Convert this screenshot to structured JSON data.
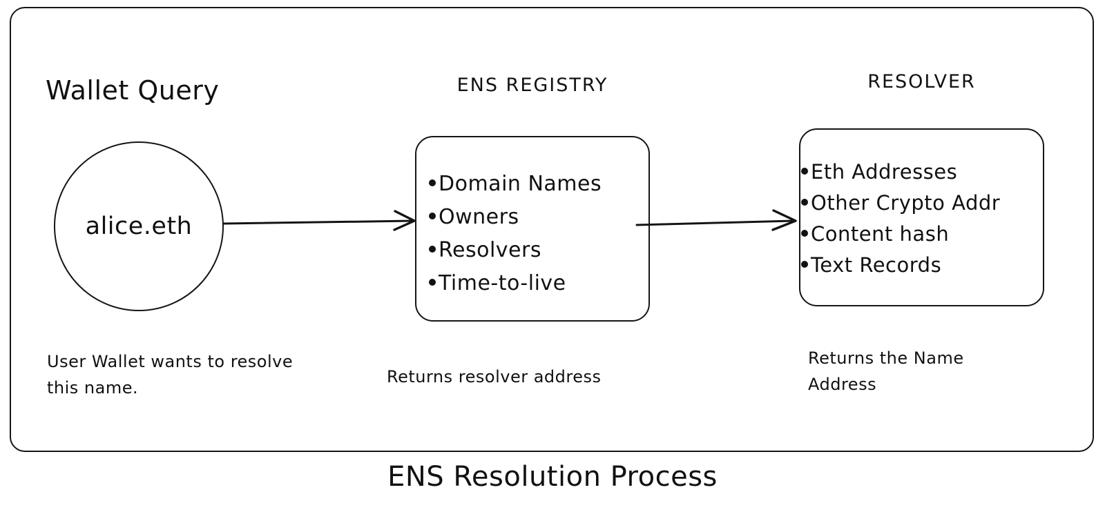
{
  "diagram": {
    "title": "ENS Resolution Process",
    "stroke_color": "#141414",
    "text_color": "#111111",
    "background_color": "#ffffff"
  },
  "wallet": {
    "section_title": "Wallet Query",
    "node_label": "alice.eth",
    "caption": "User Wallet wants to resolve this name."
  },
  "registry": {
    "header": "ENS REGISTRY",
    "items": [
      "Domain Names",
      "Owners",
      "Resolvers",
      "Time-to-live"
    ],
    "caption": "Returns resolver address"
  },
  "resolver": {
    "header": "RESOLVER",
    "items": [
      "Eth Addresses",
      "Other Crypto Addr",
      "Content hash",
      "Text Records"
    ],
    "caption": "Returns the Name Address"
  },
  "connections": [
    {
      "name": "wallet-to-registry",
      "from": "alice.eth",
      "to": "ENS REGISTRY",
      "label": ""
    },
    {
      "name": "registry-to-resolver",
      "from": "ENS REGISTRY",
      "to": "RESOLVER",
      "label": ""
    }
  ]
}
